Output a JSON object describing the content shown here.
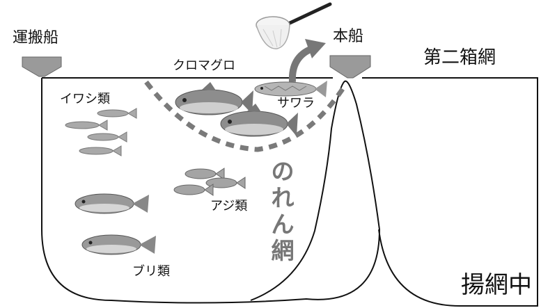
{
  "labels": {
    "transport_ship": "運搬船",
    "main_ship": "本船",
    "net_name": "第二箱網",
    "status": "揚網中",
    "noren_net": "のれん網"
  },
  "fish_groups": [
    {
      "id": "iwashi",
      "label": "イワシ類"
    },
    {
      "id": "kuromaguro",
      "label": "クロマグロ"
    },
    {
      "id": "sawara",
      "label": "サワラ"
    },
    {
      "id": "aji",
      "label": "アジ類"
    },
    {
      "id": "buri",
      "label": "ブリ類"
    }
  ],
  "icons": [
    "hand-net-icon",
    "arrow-icon"
  ],
  "colors": {
    "ship": "#9a9a9a",
    "noren_dots": "#7a7a7a",
    "fish": "#9c9c9c",
    "outline": "#111111"
  }
}
